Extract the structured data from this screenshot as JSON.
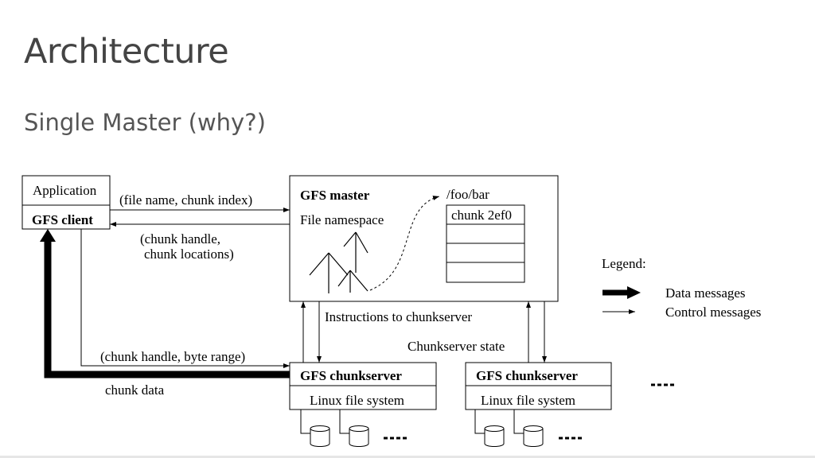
{
  "slide": {
    "title": "Architecture",
    "subtitle": "Single Master (why?)"
  },
  "diagram": {
    "application_label": "Application",
    "client_label": "GFS client",
    "request_label": "(file name, chunk index)",
    "reply_label_line1": "(chunk handle,",
    "reply_label_line2": "chunk locations)",
    "master_label": "GFS master",
    "namespace_label": "File namespace",
    "path_label": "/foo/bar",
    "chunk_label": "chunk 2ef0",
    "instructions_label": "Instructions to chunkserver",
    "state_label": "Chunkserver state",
    "data_request_label": "(chunk handle, byte range)",
    "chunk_data_label": "chunk data",
    "chunkserver1_label": "GFS chunkserver",
    "chunkserver1_fs_label": "Linux file system",
    "chunkserver2_label": "GFS chunkserver",
    "chunkserver2_fs_label": "Linux file system",
    "legend_title": "Legend:",
    "legend_data_label": "Data messages",
    "legend_control_label": "Control messages"
  }
}
